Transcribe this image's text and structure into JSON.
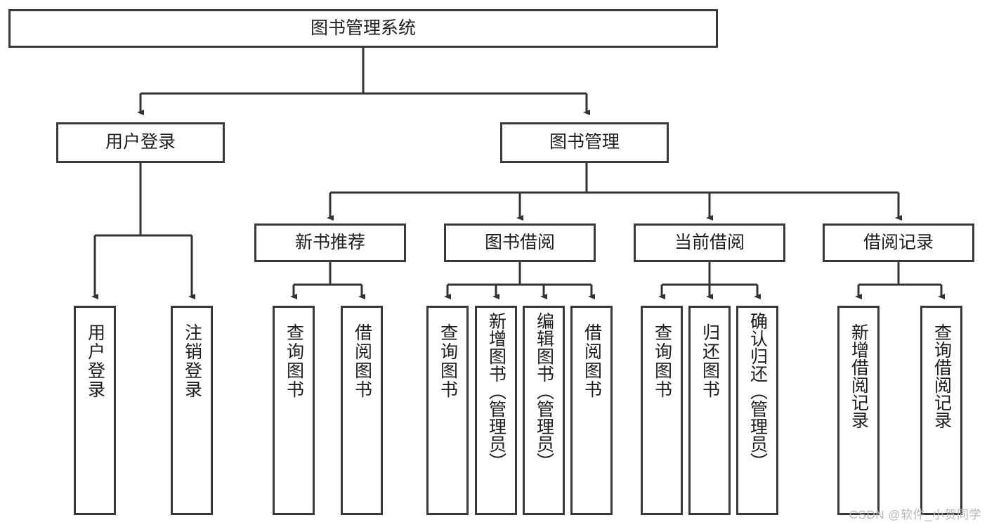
{
  "diagram": {
    "title": "图书管理系统",
    "type": "tree-hierarchy",
    "watermark": "CSDN @软件_小贺同学",
    "colors": {
      "box_border": "#3a3a3a",
      "box_fill": "#ffffff",
      "edge": "#333333",
      "text": "#1c1c1c",
      "watermark": "#b8b8b8"
    },
    "root": {
      "label": "图书管理系统"
    },
    "level1": [
      {
        "label": "用户登录"
      },
      {
        "label": "图书管理"
      }
    ],
    "level2": [
      {
        "label": "新书推荐"
      },
      {
        "label": "图书借阅"
      },
      {
        "label": "当前借阅"
      },
      {
        "label": "借阅记录"
      }
    ],
    "leaves": {
      "user_login": [
        {
          "label": "用户登录"
        },
        {
          "label": "注销登录"
        }
      ],
      "new_book": [
        {
          "label": "查询图书"
        },
        {
          "label": "借阅图书"
        }
      ],
      "book_borrow": [
        {
          "label": "查询图书"
        },
        {
          "label": "新增图书（管理员）"
        },
        {
          "label": "编辑图书（管理员）"
        },
        {
          "label": "借阅图书"
        }
      ],
      "current_borrow": [
        {
          "label": "查询图书"
        },
        {
          "label": "归还图书"
        },
        {
          "label": "确认归还（管理员）"
        }
      ],
      "borrow_record": [
        {
          "label": "新增借阅记录"
        },
        {
          "label": "查询借阅记录"
        }
      ]
    }
  }
}
